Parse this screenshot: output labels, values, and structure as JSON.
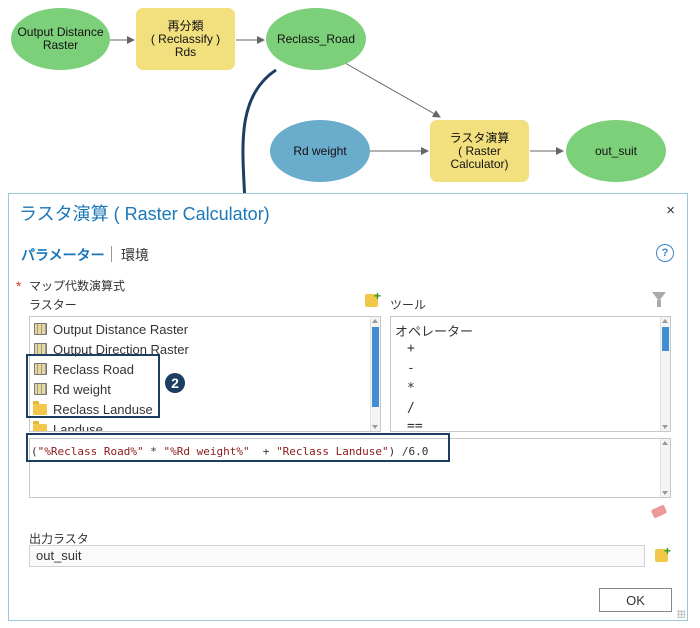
{
  "flow": {
    "node_output_distance": "Output Distance\nRaster",
    "node_reclassify": "再分類\n( Reclassify )\nRds",
    "node_reclass_road": "Reclass_Road",
    "node_rd_weight": "Rd weight",
    "node_raster_calc": "ラスタ演算\n( Raster\nCalculator)",
    "node_out_suit": "out_suit"
  },
  "dialog": {
    "title": "ラスタ演算 ( Raster Calculator)",
    "close_glyph": "×",
    "tab_parameters": "パラメーター",
    "tab_environment": "環境",
    "help_glyph": "?",
    "required_marker": "*",
    "map_algebra_label": "マップ代数演算式",
    "rasters_label": "ラスター",
    "tools_label": "ツール",
    "rasters": [
      {
        "label": "Output Distance Raster",
        "icon": "raster-icon"
      },
      {
        "label": "Output Direction Raster",
        "icon": "raster-icon"
      },
      {
        "label": "Reclass Road",
        "icon": "raster-icon"
      },
      {
        "label": "Rd weight",
        "icon": "raster-icon"
      },
      {
        "label": "Reclass Landuse",
        "icon": "folder-icon"
      },
      {
        "label": "Landuse",
        "icon": "folder-icon"
      }
    ],
    "tools_header": "オペレーター",
    "operators": [
      "+",
      "-",
      "*",
      "/",
      "=="
    ],
    "expression": {
      "p1": "(",
      "s1": "\"%Reclass Road%\"",
      "p2": " * ",
      "s2": "\"%Rd weight%\"",
      "p3": "  + ",
      "s3": "\"Reclass Landuse\"",
      "p4": ") /6.0"
    },
    "callout_number": "2",
    "output_label": "出力ラスタ",
    "output_value": "out_suit",
    "ok_label": "OK"
  },
  "colors": {
    "accent": "#1a77ba",
    "highlight": "#1d3d62",
    "node_green": "#7dd07a",
    "node_yellow": "#f2e07e",
    "node_blue": "#6aaccc"
  }
}
